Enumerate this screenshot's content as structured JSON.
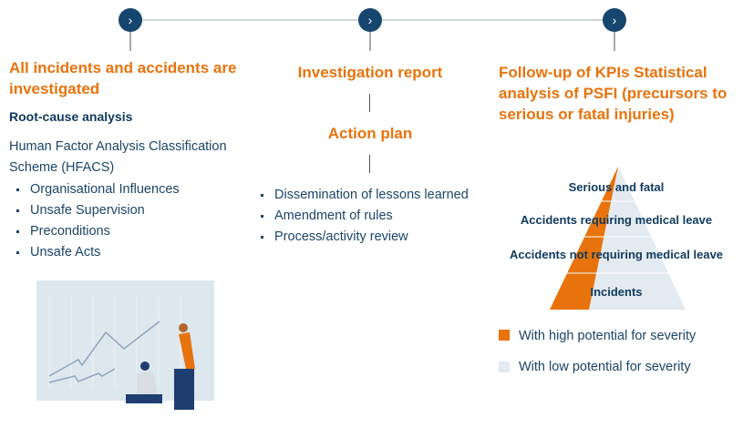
{
  "steps": [
    {
      "title": "All incidents and accidents are investigated",
      "subtitle": "Root-cause analysis",
      "description": "Human Factor Analysis Classification Scheme (HFACS)",
      "bullets": [
        "Organisational Influences",
        "Unsafe Supervision",
        "Preconditions",
        "Unsafe Acts"
      ]
    },
    {
      "title": "Investigation report",
      "subtitle": "Action plan",
      "bullets": [
        "Dissemination of lessons learned",
        "Amendment of rules",
        "Process/activity review"
      ]
    },
    {
      "title": "Follow-up of KPIs Statistical analysis of PSFI (precursors to serious or fatal injuries)",
      "pyramid": [
        "Serious and fatal",
        "Accidents requiring medical leave",
        "Accidents not requiring medical leave",
        "Incidents"
      ],
      "legend": [
        "With high potential for severity",
        "With low potential for severity"
      ]
    }
  ],
  "icons": {
    "step": "chevron-right-icon"
  },
  "colors": {
    "orange": "#e8730c",
    "navy": "#16466f",
    "light": "#e3eaf0"
  }
}
